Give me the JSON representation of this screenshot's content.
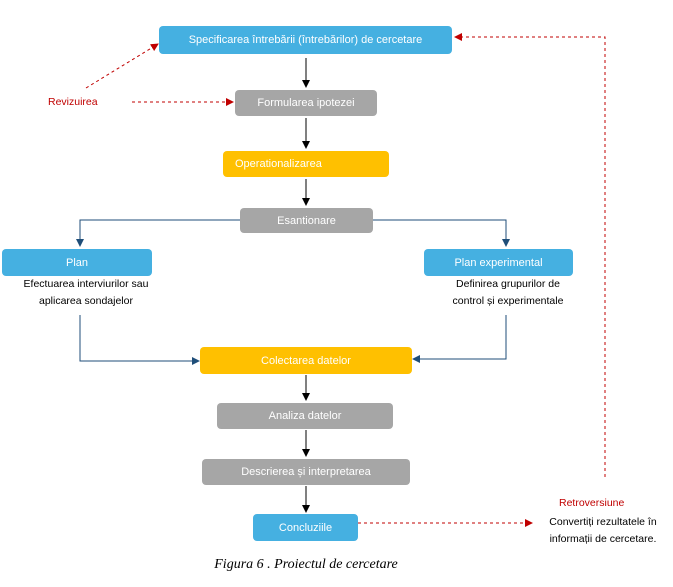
{
  "nodes": {
    "specificarea": "Specificarea întrebării (întrebărilor) de cercetare",
    "formularea": "Formularea ipotezei",
    "operationalizarea": "Operationalizarea",
    "esantionare": "Esantionare",
    "plan": "Plan",
    "plan_experimental": "Plan experimental",
    "colectarea": "Colectarea datelor",
    "analiza": "Analiza datelor",
    "descrierea": "Descrierea și interpretarea",
    "concluziile": "Concluziile"
  },
  "notes": {
    "plan_line1": "Efectuarea interviurilor sau",
    "plan_line2": "aplicarea sondajelor",
    "exp_line1": "Definirea grupurilor de",
    "exp_line2": "control și experimentale",
    "retro_line1": "Convertiți rezultatele în",
    "retro_line2": "informații de cercetare."
  },
  "labels": {
    "revizuirea": "Revizuirea",
    "retroversiune": "Retroversiune"
  },
  "caption": "Figura 6 . Proiectul de cercetare",
  "colors": {
    "blue": "#45b0e1",
    "gray": "#a6a6a6",
    "yellow": "#ffc000",
    "red": "#c00000",
    "connector": "#1f4e79"
  }
}
